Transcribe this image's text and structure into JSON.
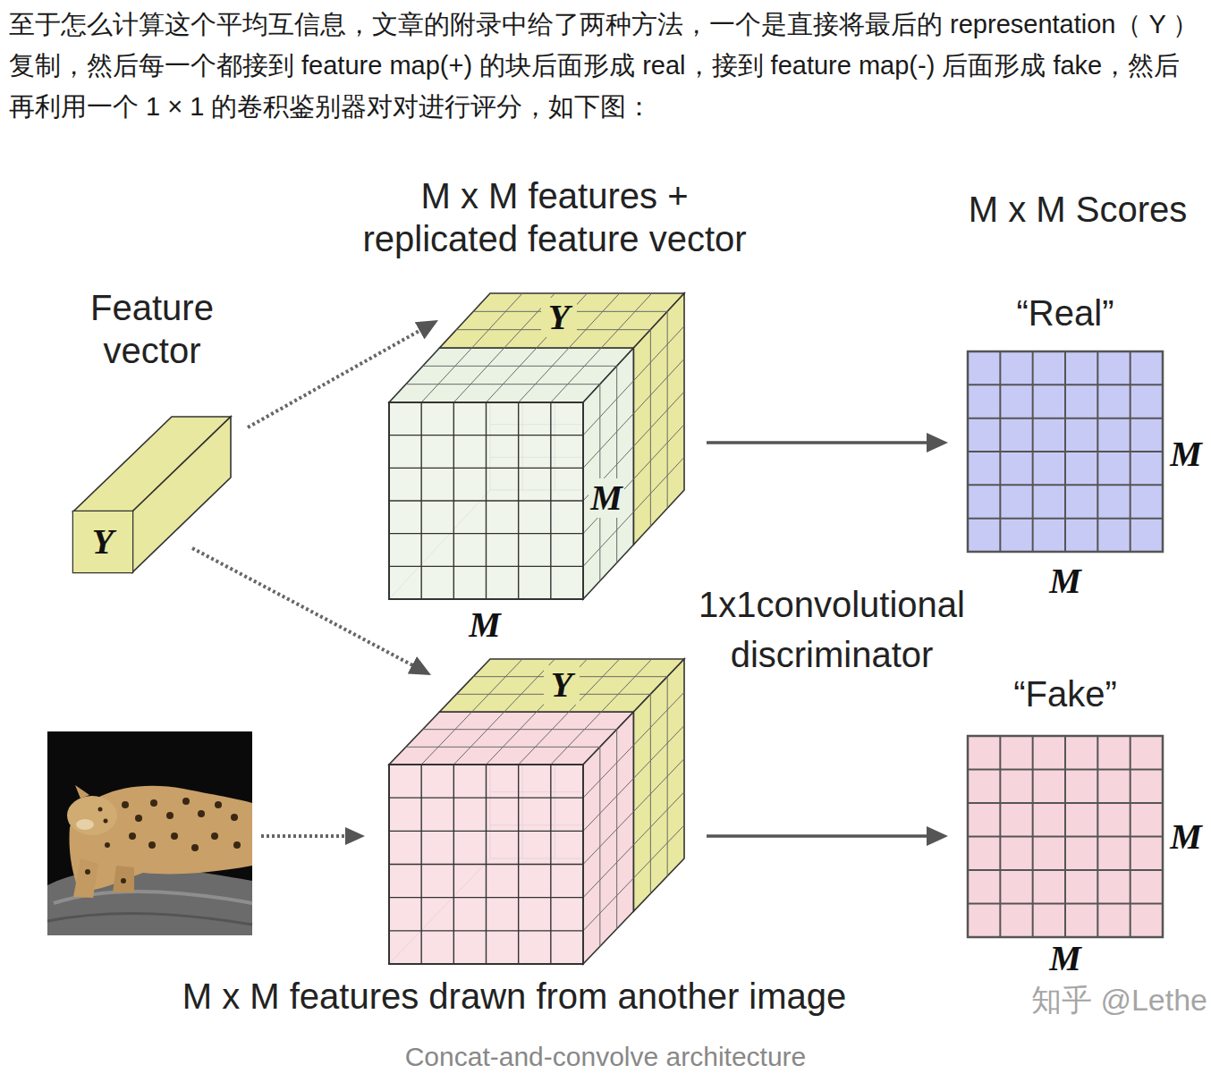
{
  "diagram": {
    "caption": "Concat-and-convolve architecture",
    "nodes": [
      {
        "text": [
          "Feature vector",
          "Y"
        ]
      },
      {
        "text": [
          "M x M features + replicated feature vector",
          "Y",
          "M",
          "M"
        ]
      },
      {
        "text": [
          "M x M Scores",
          "“Real”",
          "M",
          "M"
        ]
      },
      {
        "text": [
          "Y",
          "M x M features drawn from another image"
        ]
      },
      {
        "text": [
          "“Fake”",
          "M",
          "M"
        ]
      }
    ],
    "edges": [
      {
        "from": 0,
        "to": 1,
        "arrow": "to"
      },
      {
        "from": 0,
        "to": 3,
        "arrow": "to"
      },
      {
        "from": 1,
        "to": 2,
        "arrow": "to"
      },
      {
        "from": 3,
        "to": 4,
        "arrow": "to"
      }
    ],
    "labels": [
      "至于怎么计算这个平均互信息，文章的附录中给了两种方法，一个是直接将最后的 representation（ Y ）复制，然后每一个都接到 feature map(+) 的块后面形成 real，接到 feature map(-) 后面形成 fake，然后再利用一个 1 × 1 的卷积鉴别器对对进行评分，如下图：",
      "1x1convolutional discriminator",
      "知乎 @Lethe"
    ]
  }
}
